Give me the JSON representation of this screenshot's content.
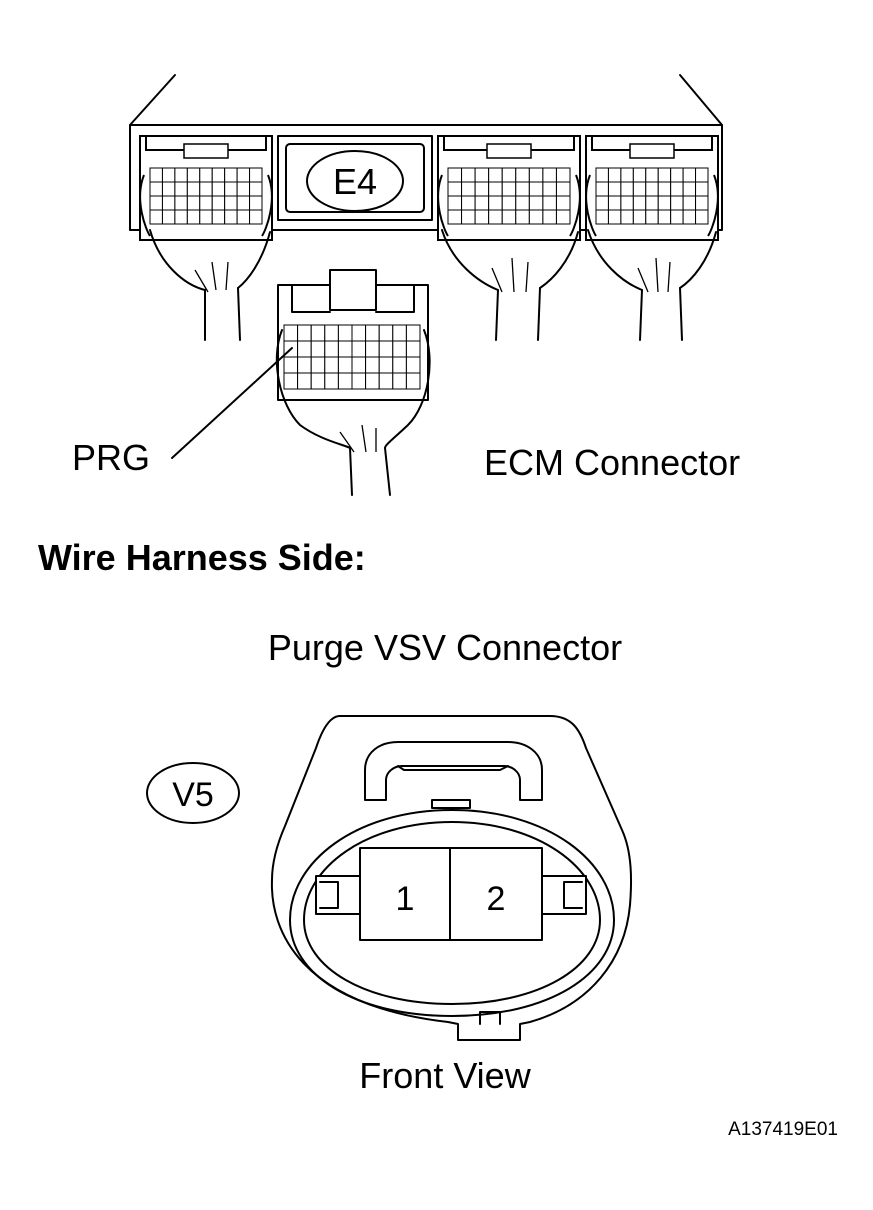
{
  "ecm": {
    "connector_code": "E4",
    "terminal_label": "PRG",
    "caption": "ECM Connector"
  },
  "section_heading": "Wire Harness Side:",
  "vsv": {
    "title": "Purge VSV Connector",
    "connector_code": "V5",
    "pins": [
      "1",
      "2"
    ],
    "view_label": "Front View"
  },
  "figure_id": "A137419E01"
}
